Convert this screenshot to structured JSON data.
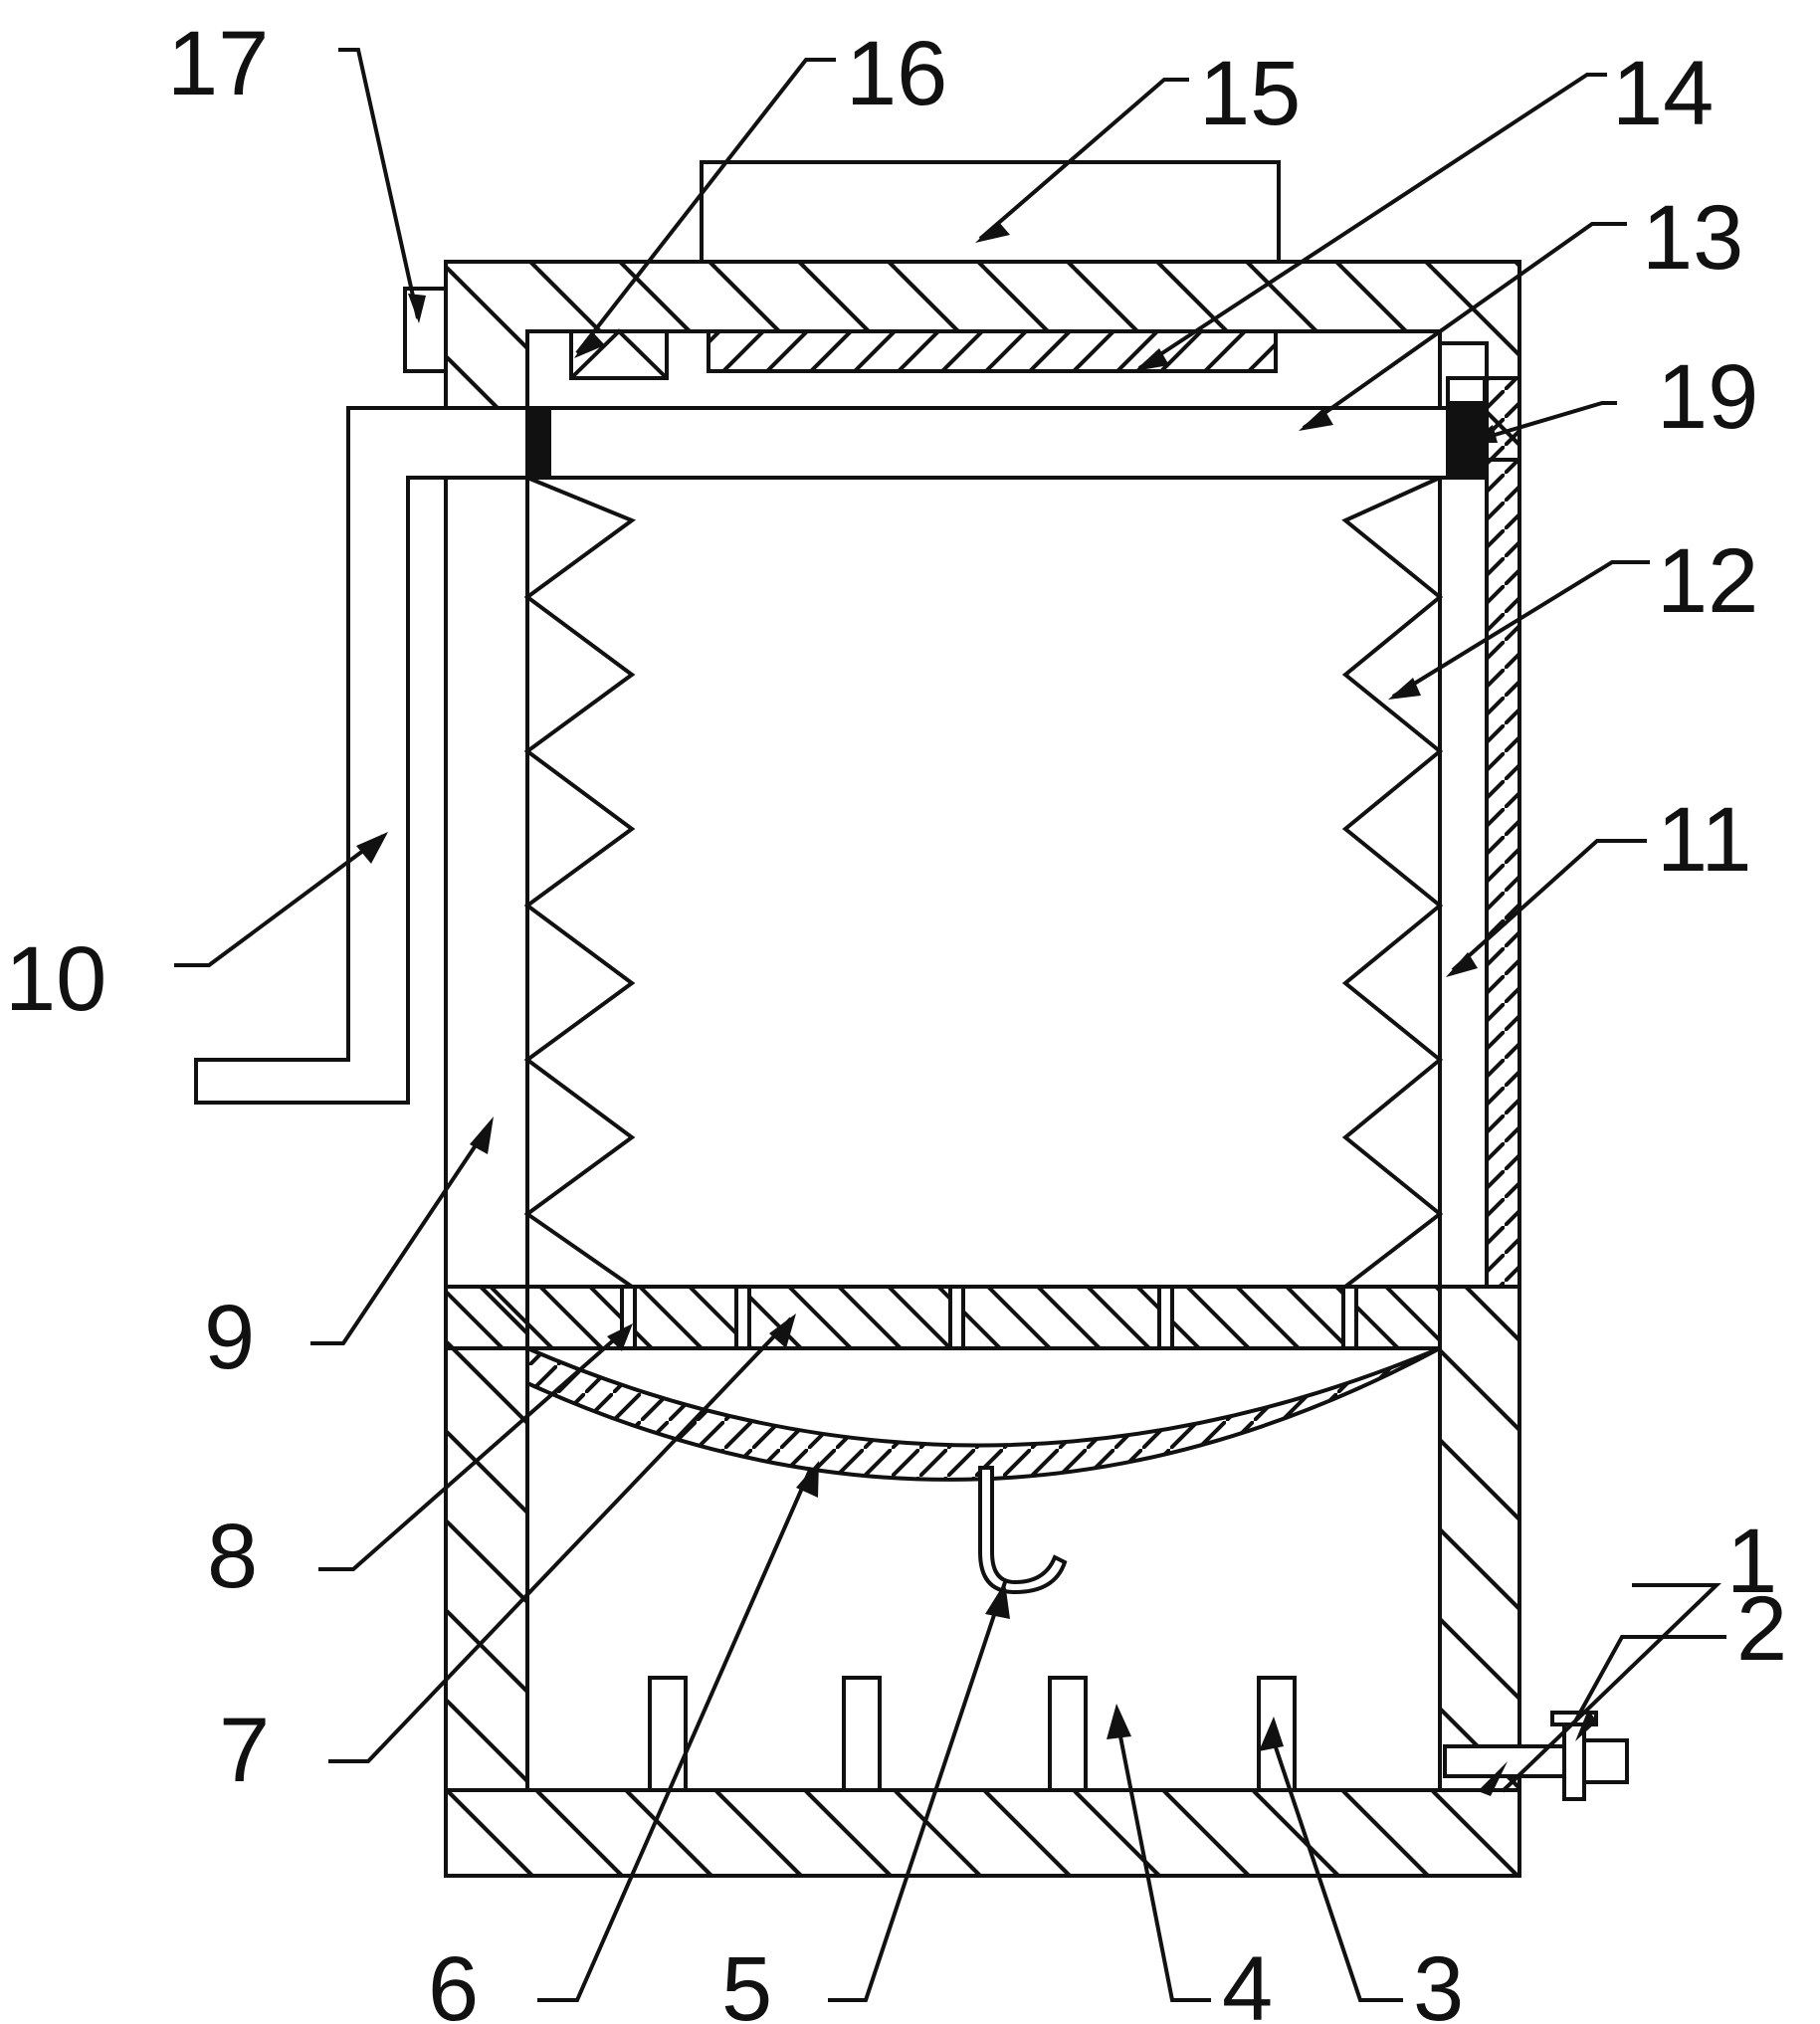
{
  "diagram": {
    "labels": {
      "l1": "1",
      "l2": "2",
      "l3": "3",
      "l4": "4",
      "l5": "5",
      "l6": "6",
      "l7": "7",
      "l8": "8",
      "l9": "9",
      "l10": "10",
      "l11": "11",
      "l12": "12",
      "l13": "13",
      "l14": "14",
      "l15": "15",
      "l16": "16",
      "l17": "17",
      "l19": "19"
    },
    "colors": {
      "line": "#111111",
      "background": "#ffffff"
    }
  }
}
